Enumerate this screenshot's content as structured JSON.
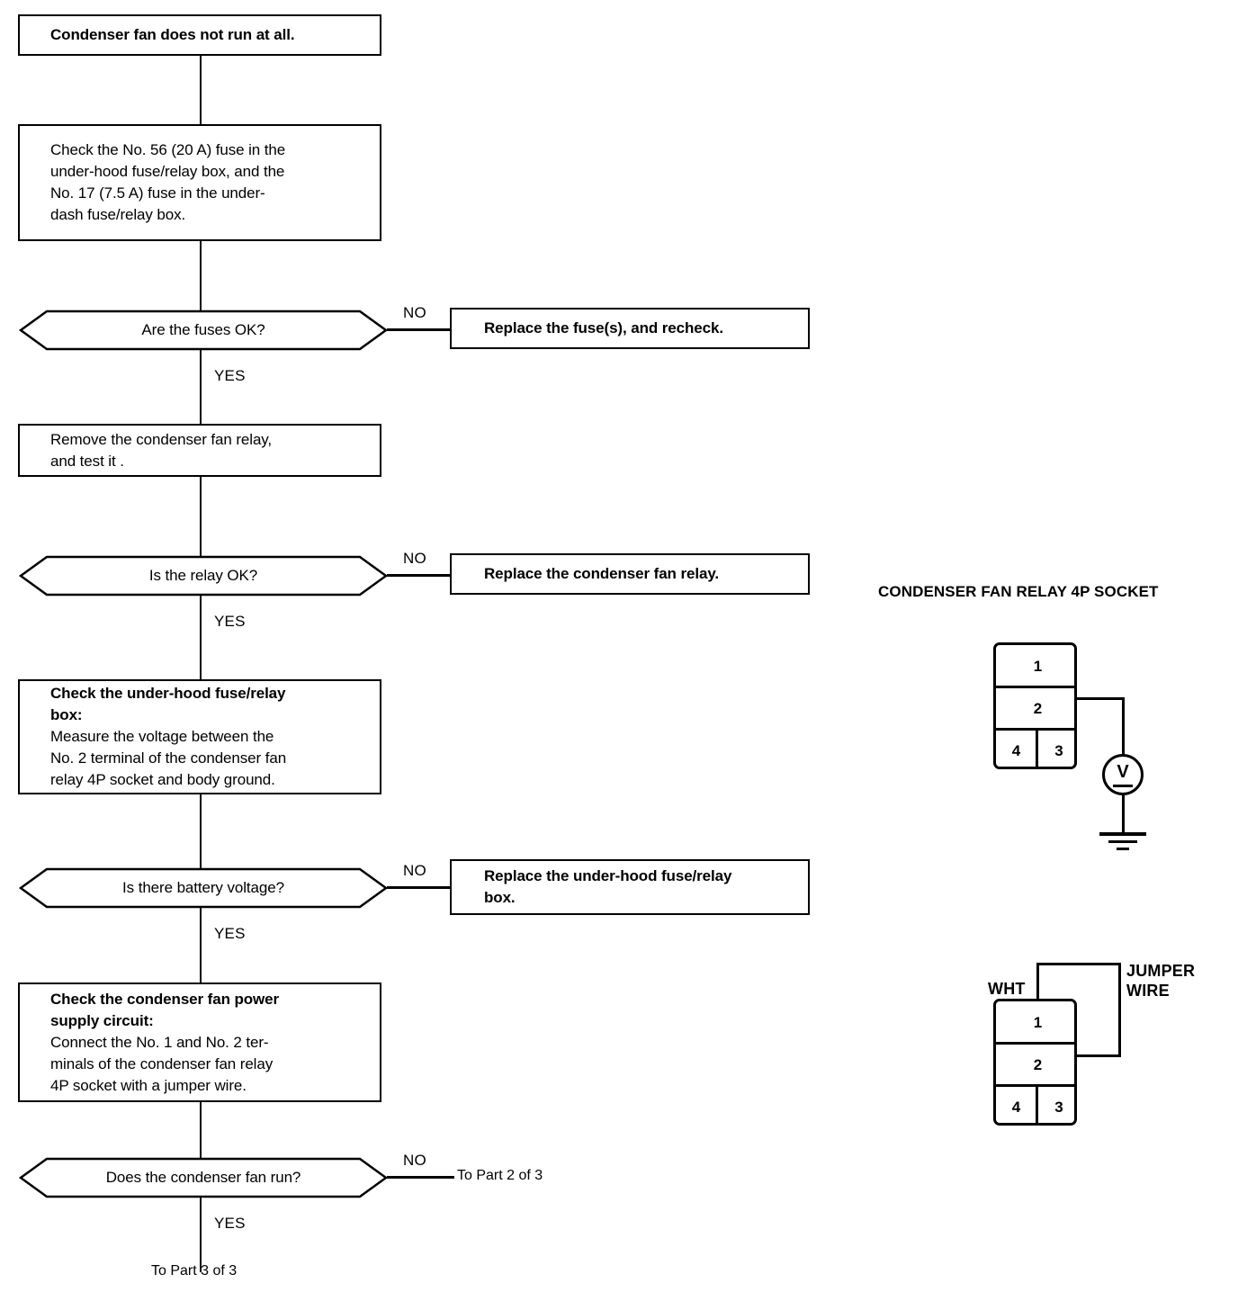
{
  "document": {
    "type": "troubleshooting-flowchart",
    "title": "Condenser fan does not run at all."
  },
  "flow": {
    "start": {
      "text": "Condenser fan does not run at all."
    },
    "step1": {
      "text": "Check the No. 56 (20 A) fuse in the\nunder-hood fuse/relay box, and the\nNo. 17 (7.5 A) fuse in the  under-\ndash fuse/relay box."
    },
    "decision1": {
      "question": "Are the fuses OK?",
      "no_label": "NO",
      "yes_label": "YES",
      "no_action": "Replace the fuse(s), and recheck."
    },
    "step2": {
      "text": "Remove the condenser fan relay,\nand test it ."
    },
    "decision2": {
      "question": "Is the relay OK?",
      "no_label": "NO",
      "yes_label": "YES",
      "no_action": "Replace the condenser fan relay."
    },
    "step3": {
      "heading": "Check the under-hood fuse/relay\nbox:",
      "text": "Measure the voltage between the\nNo. 2 terminal of the condenser fan\nrelay 4P socket and body ground."
    },
    "decision3": {
      "question": "Is there battery voltage?",
      "no_label": "NO",
      "yes_label": "YES",
      "no_action": "Replace the under-hood fuse/relay\nbox."
    },
    "step4": {
      "heading": "Check the condenser fan power\nsupply circuit:",
      "text": "Connect the No. 1 and No. 2 ter-\nminals of the condenser fan relay\n4P socket with a jumper wire."
    },
    "decision4": {
      "question": "Does the condenser fan run?",
      "no_label": "NO",
      "yes_label": "YES",
      "no_target": "To Part 2 of 3",
      "yes_target": "To Part 3 of 3"
    }
  },
  "illustrations": {
    "voltage_test": {
      "title": "CONDENSER FAN RELAY 4P SOCKET",
      "terminals": {
        "t1": "1",
        "t2": "2",
        "t4": "4",
        "t3": "3"
      },
      "meter_symbol": "V"
    },
    "jumper_test": {
      "wire_color_label": "WHT",
      "jumper_label": "JUMPER\nWIRE",
      "terminals": {
        "t1": "1",
        "t2": "2",
        "t4": "4",
        "t3": "3"
      }
    }
  },
  "colors": {
    "ink": "#000000",
    "paper": "#ffffff"
  }
}
